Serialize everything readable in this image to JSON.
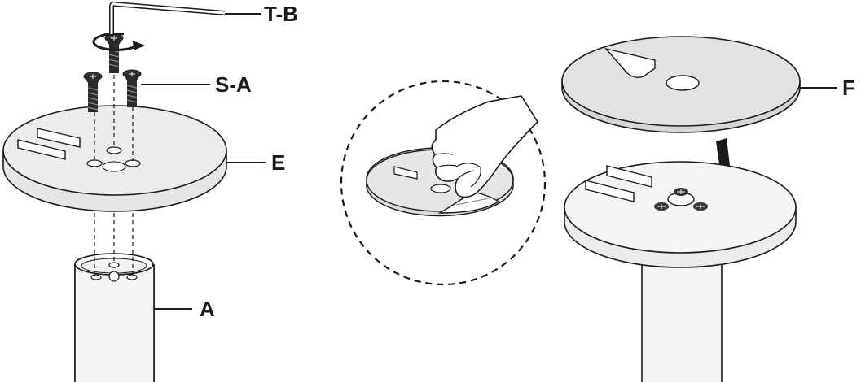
{
  "labels": {
    "tool": "T-B",
    "screws": "S-A",
    "top_plate": "E",
    "pole": "A",
    "pad": "F"
  },
  "colors": {
    "ink": "#1a1a1a",
    "plate_fill": "#ececec",
    "pad_fill": "#e2e2e2",
    "white": "#ffffff",
    "screw": "#2b2b2b"
  }
}
